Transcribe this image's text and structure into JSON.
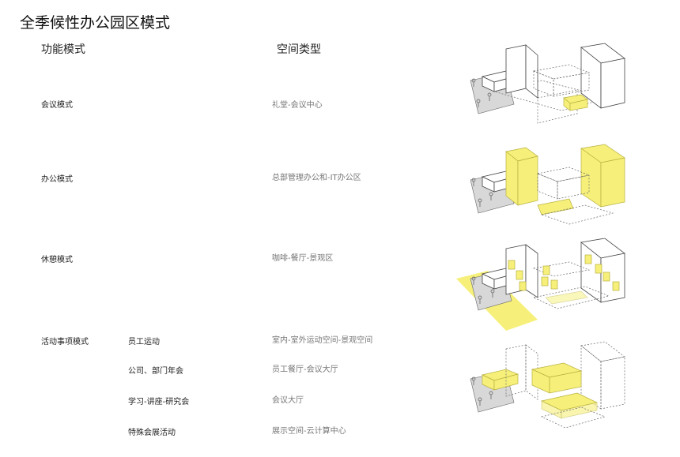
{
  "title": "全季候性办公园区模式",
  "headers": {
    "mode": "功能模式",
    "space": "空间类型"
  },
  "rows": [
    {
      "mode": "会议模式",
      "sub": "",
      "space": "礼堂-会议中心"
    },
    {
      "mode": "办公模式",
      "sub": "",
      "space": "总部管理办公和-IT办公区"
    },
    {
      "mode": "休憩模式",
      "sub": "",
      "space": "咖啡-餐厅-景观区"
    },
    {
      "mode": "活动事项模式",
      "sub": "员工运动",
      "space": "室内-室外运动空间-景观空间"
    },
    {
      "mode": "",
      "sub": "公司、部门年会",
      "space": "员工餐厅-会议大厅"
    },
    {
      "mode": "",
      "sub": "学习-讲座-研究会",
      "space": "会议大厅"
    },
    {
      "mode": "",
      "sub": "特殊会展活动",
      "space": "展示空间-云计算中心"
    }
  ],
  "colors": {
    "highlight": "#f6f07a",
    "text": "#222222",
    "muted": "#777777"
  },
  "diagrams": [
    "conference-highlight",
    "office-highlight",
    "leisure-highlight",
    "event-highlight"
  ]
}
